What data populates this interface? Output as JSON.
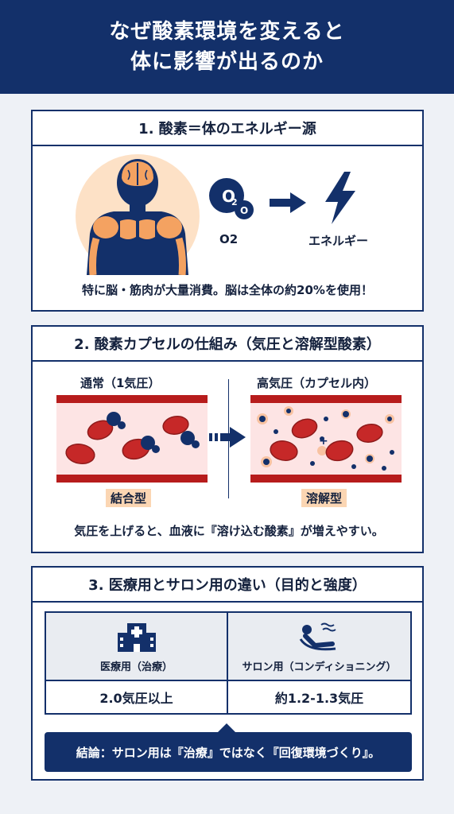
{
  "header": {
    "title_line1": "なぜ酸素環境を変えると",
    "title_line2": "体に影響が出るのか"
  },
  "section1": {
    "title": "1. 酸素＝体のエネルギー源",
    "o2_label": "O2",
    "energy_label": "エネルギー",
    "o2_icon_text": "O",
    "o2_icon_sub": "2",
    "o2_icon_small": "O",
    "caption": "特に脳・筋肉が大量消費。脳は全体の約20%を使用！"
  },
  "section2": {
    "title": "2. 酸素カプセルの仕組み（気圧と溶解型酸素）",
    "normal_label": "通常（1気圧）",
    "high_label": "高気圧（カプセル内）",
    "bound_label": "結合型",
    "dissolved_label": "溶解型",
    "caption": "気圧を上げると、血液に『溶け込む酸素』が増えやすい。"
  },
  "section3": {
    "title": "3. 医療用とサロン用の違い（目的と強度）",
    "medical_label": "医療用（治療）",
    "salon_label": "サロン用（コンディショニング）",
    "medical_value": "2.0気圧以上",
    "salon_value": "約1.2-1.3気圧",
    "conclusion": "結論：サロン用は『治療』ではなく『回復環境づくり』。"
  },
  "colors": {
    "navy": "#13306a",
    "blood": "#c62828",
    "accent": "#f4a261"
  }
}
